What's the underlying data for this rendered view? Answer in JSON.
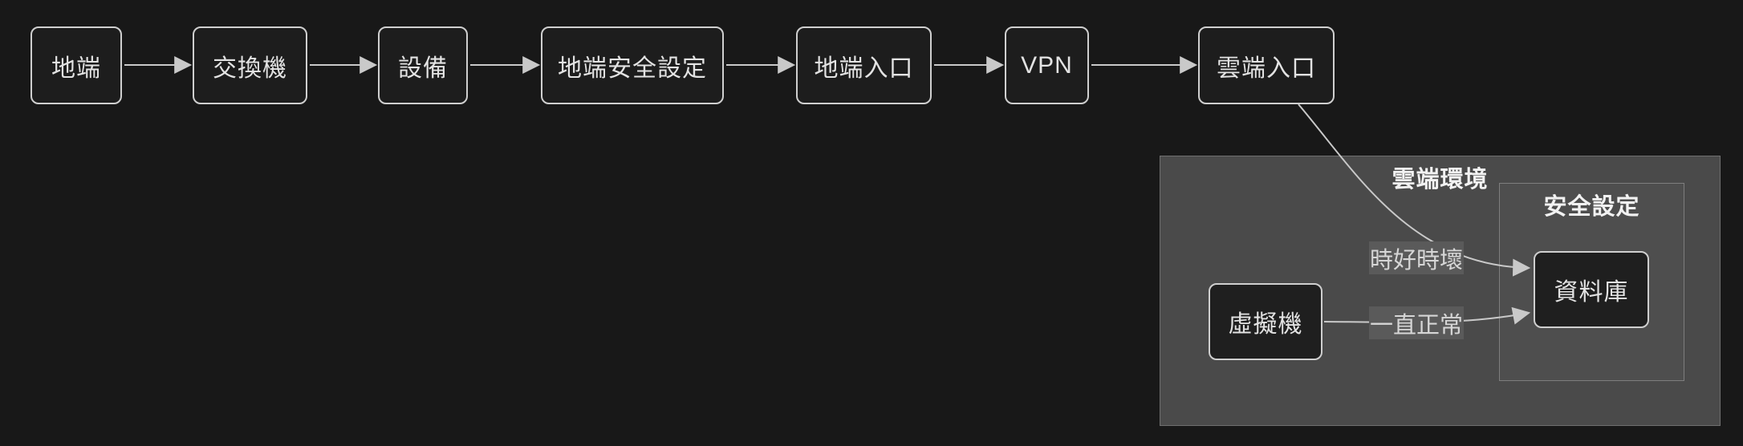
{
  "diagram": {
    "type": "flowchart",
    "direction": "left-to-right",
    "nodes": {
      "local": {
        "label": "地端"
      },
      "switch": {
        "label": "交換機"
      },
      "device": {
        "label": "設備"
      },
      "local_sec": {
        "label": "地端安全設定"
      },
      "local_entry": {
        "label": "地端入口"
      },
      "vpn": {
        "label": "VPN"
      },
      "cloud_entry": {
        "label": "雲端入口"
      },
      "vm": {
        "label": "虛擬機"
      },
      "database": {
        "label": "資料庫"
      }
    },
    "subgraphs": {
      "cloud_env": {
        "title": "雲端環境"
      },
      "security": {
        "title": "安全設定"
      }
    },
    "edges": [
      {
        "from": "local",
        "to": "switch",
        "label": ""
      },
      {
        "from": "switch",
        "to": "device",
        "label": ""
      },
      {
        "from": "device",
        "to": "local_sec",
        "label": ""
      },
      {
        "from": "local_sec",
        "to": "local_entry",
        "label": ""
      },
      {
        "from": "local_entry",
        "to": "vpn",
        "label": ""
      },
      {
        "from": "vpn",
        "to": "cloud_entry",
        "label": ""
      },
      {
        "from": "cloud_entry",
        "to": "database",
        "label": "時好時壞"
      },
      {
        "from": "vm",
        "to": "database",
        "label": "一直正常"
      }
    ],
    "edge_labels": {
      "flaky": "時好時壞",
      "stable": "一直正常"
    },
    "colors": {
      "background": "#181818",
      "node_fill": "#1d1d1d",
      "node_border": "#cfcfcf",
      "node_text": "#e3e3e3",
      "edge_stroke": "#c9c9c9",
      "subgraph_fill": "#4a4a4a",
      "subgraph_border": "#6f6f6f",
      "subgraph_title_text": "#f2f2f2",
      "edge_label_bg": "#5a5a5a",
      "edge_label_text": "#d6d6d6"
    }
  }
}
